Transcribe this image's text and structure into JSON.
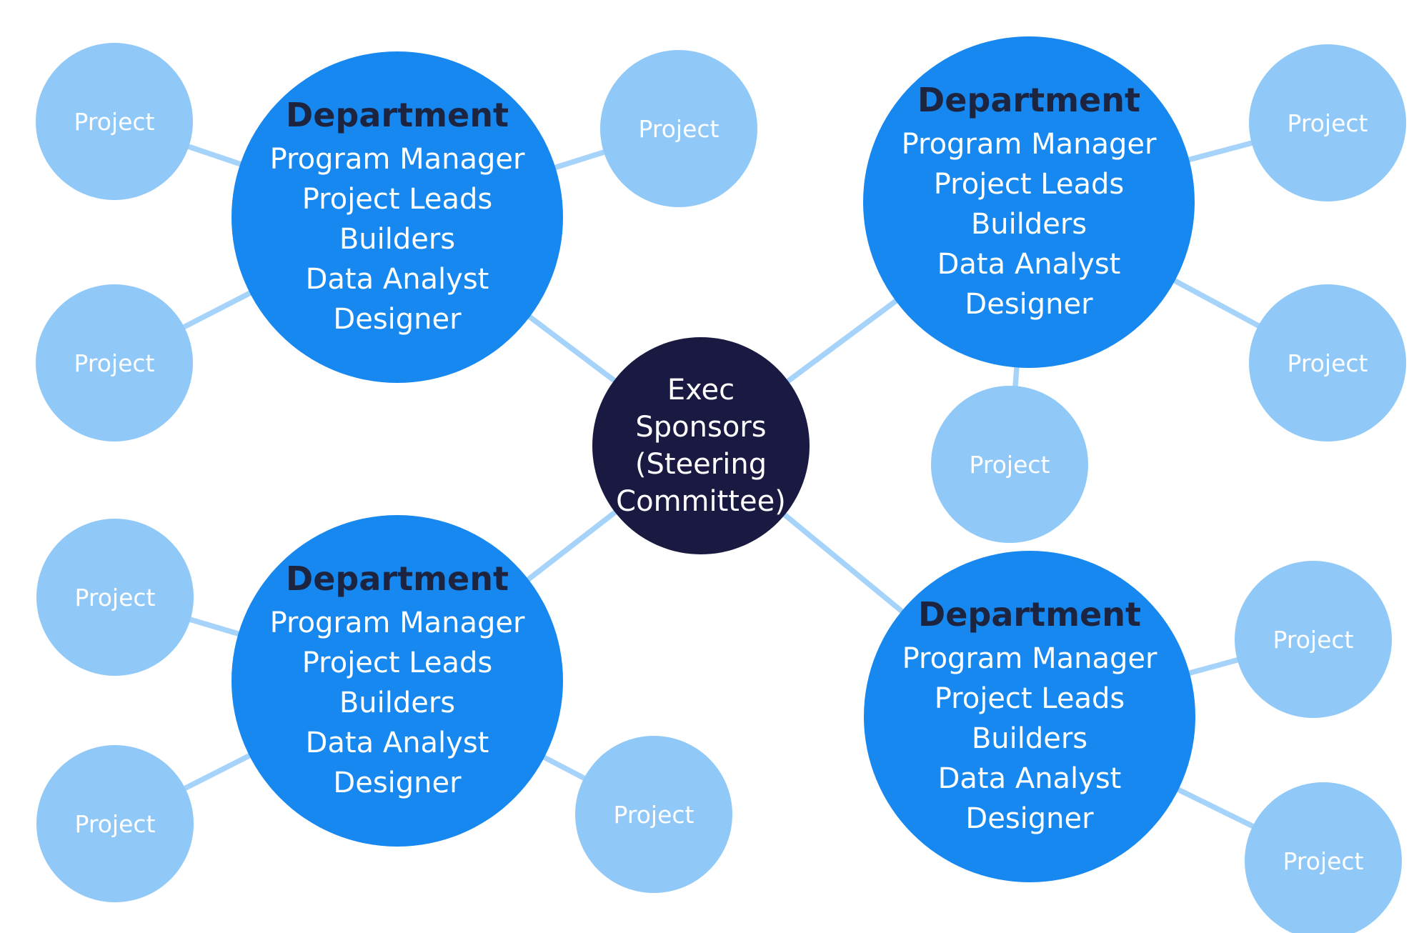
{
  "colors": {
    "dept": "#1688F0",
    "project": "#90C9F8",
    "exec": "#191941",
    "dept-title": "#1D2440",
    "connector": "#A6D3FA",
    "text": "#FFFFFF"
  },
  "center": {
    "lines": [
      "Exec",
      "Sponsors",
      "(Steering",
      "Committee)"
    ]
  },
  "departments": [
    {
      "title": "Department",
      "roles": [
        "Program Manager",
        "Project Leads",
        "Builders",
        "Data Analyst",
        "Designer"
      ]
    },
    {
      "title": "Department",
      "roles": [
        "Program Manager",
        "Project Leads",
        "Builders",
        "Data Analyst",
        "Designer"
      ]
    },
    {
      "title": "Department",
      "roles": [
        "Program Manager",
        "Project Leads",
        "Builders",
        "Data Analyst",
        "Designer"
      ]
    },
    {
      "title": "Department",
      "roles": [
        "Program Manager",
        "Project Leads",
        "Builders",
        "Data Analyst",
        "Designer"
      ]
    }
  ],
  "projects": [
    {
      "label": "Project"
    },
    {
      "label": "Project"
    },
    {
      "label": "Project"
    },
    {
      "label": "Project"
    },
    {
      "label": "Project"
    },
    {
      "label": "Project"
    },
    {
      "label": "Project"
    },
    {
      "label": "Project"
    },
    {
      "label": "Project"
    },
    {
      "label": "Project"
    },
    {
      "label": "Project"
    }
  ]
}
